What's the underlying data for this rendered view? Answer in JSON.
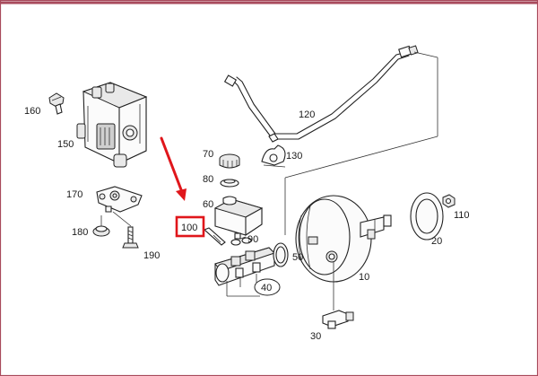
{
  "colors": {
    "frame_border": "#a84a5c",
    "highlight": "#e0161b",
    "ink": "#222222"
  },
  "labels": {
    "p10": "10",
    "p20": "20",
    "p30": "30",
    "p40": "40",
    "p50": "50",
    "p60": "60",
    "p70": "70",
    "p80": "80",
    "p90": "90",
    "p100": "100",
    "p110": "110",
    "p120": "120",
    "p130": "130",
    "p150": "150",
    "p160": "160",
    "p170": "170",
    "p180": "180",
    "p190": "190"
  },
  "highlighted_part": "100"
}
